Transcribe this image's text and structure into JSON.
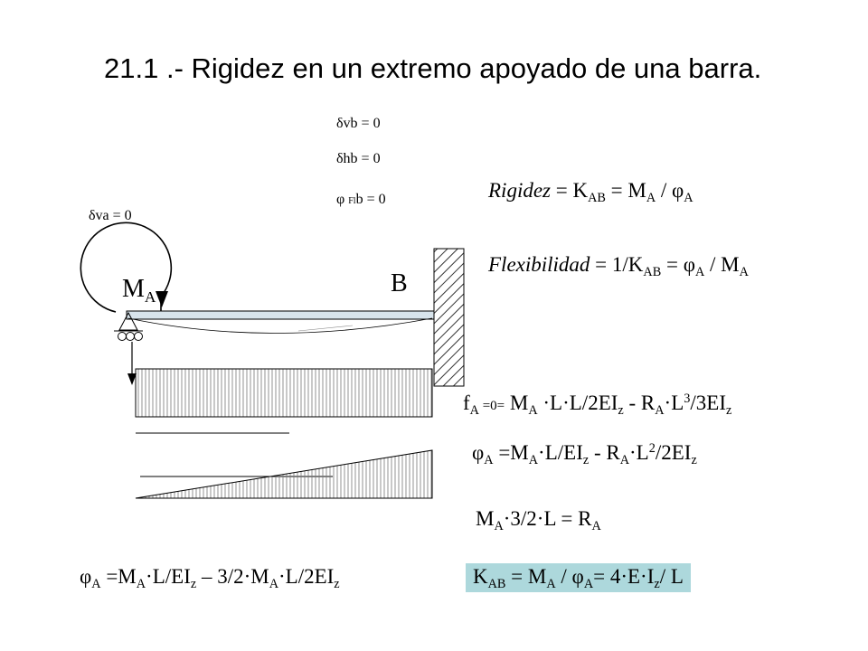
{
  "title": {
    "number": "21.1",
    "text": " .- Rigidez en un extremo apoyado de una barra."
  },
  "conditions": {
    "dvb": {
      "sym": "δ",
      "text": "vb = 0"
    },
    "dhb": {
      "sym": "δ",
      "text": "hb = 0"
    },
    "phib": {
      "sym": "φ",
      "sub": "Fl",
      "text": "b = 0"
    },
    "dva": {
      "sym": "δ",
      "text": "va = 0"
    }
  },
  "labels": {
    "moment_main": "M",
    "moment_sub": "A",
    "point_b": "B"
  },
  "equations": {
    "rigidez": {
      "lhs": "Rigidez",
      "rest": " = K",
      "k_sub": "AB",
      "m": " = M",
      "m_sub": "A",
      "slash": " / ",
      "phi": "φ",
      "phi_sub": "A"
    },
    "flexibilidad": {
      "lhs": "Flexibilidad",
      "rest": " = 1/K",
      "k_sub": "AB",
      "eqs": " = ",
      "phi": "φ",
      "phi_sub": "A",
      "slash": " / M",
      "m_sub": "A"
    },
    "fA": {
      "f": "f",
      "f_sub": "A",
      "zero": " =0=",
      "p1": " M",
      "s1": "A",
      "p2": " ·L·L/2EI",
      "s2": "z",
      "p3": " - R",
      "s3": "A",
      "p4": "·L",
      "sup": "3",
      "p5": "/3EI",
      "s5": "z"
    },
    "phiA": {
      "phi": "φ",
      "phi_sub": "A",
      "p1": " =M",
      "s1": "A",
      "p2": "·L/EI",
      "s2": "z",
      "p3": " - R",
      "s3": "A",
      "p4": "·L",
      "sup": "2",
      "p5": "/2EI",
      "s5": "z"
    },
    "ra": {
      "p1": "M",
      "s1": "A",
      "p2": "·3/2·L = R",
      "s2": "A"
    },
    "phiA2": {
      "phi": "φ",
      "phi_sub": "A",
      "p1": " =M",
      "s1": "A",
      "p2": "·L/EI",
      "s2": "z",
      "p3": " – 3/2·M",
      "s3": "A",
      "p4": "·L/2EI",
      "s4": "z"
    },
    "kab": {
      "p1": "K",
      "s1": "AB",
      "p2": " = M",
      "s2": "A",
      "p3": " / ",
      "phi": "φ",
      "s3": "A",
      "p4": "= 4·E·I",
      "s4": "z",
      "p5": "/ L"
    }
  },
  "colors": {
    "result_box": "#add8dc",
    "beam": "#d8e4ec",
    "hatch": "#555555"
  }
}
